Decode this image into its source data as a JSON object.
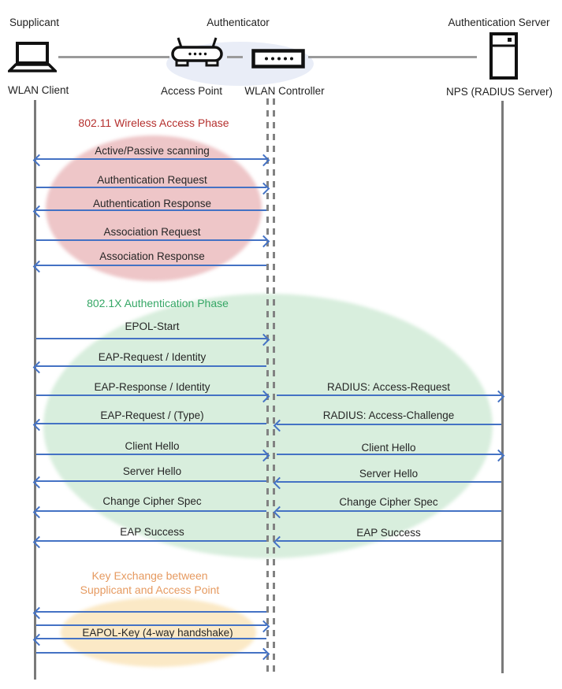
{
  "header": {
    "roles": {
      "supplicant": "Supplicant",
      "authenticator": "Authenticator",
      "auth_server": "Authentication Server"
    },
    "nodes": {
      "client": "WLAN Client",
      "access_point": "Access Point",
      "controller": "WLAN Controller",
      "server": "NPS (RADIUS Server)"
    },
    "icons": [
      "laptop-icon",
      "access-point-icon",
      "wlan-controller-icon",
      "server-icon"
    ]
  },
  "colors": {
    "arrow": "#4472c4",
    "lifeline": "#7a7a7a",
    "phase1_title": "#b5302e",
    "phase1_ellipse": "#eec6c8",
    "phase2_title": "#36a766",
    "phase2_ellipse": "#d8eedd",
    "phase3_title": "#e69a60",
    "phase3_ellipse": "#fbe9c6",
    "authenticator_ellipse": "#e9edf7"
  },
  "phase1": {
    "title": "802.11 Wireless Access Phase",
    "messages": [
      {
        "label": "Active/Passive scanning",
        "direction": "both"
      },
      {
        "label": "Authentication Request",
        "direction": "right"
      },
      {
        "label": "Authentication Response",
        "direction": "left"
      },
      {
        "label": "Association Request",
        "direction": "right"
      },
      {
        "label": "Association Response",
        "direction": "left"
      }
    ]
  },
  "phase2": {
    "title": "802.1X Authentication Phase",
    "left_messages": [
      {
        "label": "EPOL-Start",
        "direction": "right"
      },
      {
        "label": "EAP-Request / Identity",
        "direction": "left"
      },
      {
        "label": "EAP-Response / Identity",
        "direction": "right"
      },
      {
        "label": "EAP-Request / (Type)",
        "direction": "left"
      },
      {
        "label": "Client Hello",
        "direction": "right"
      },
      {
        "label": "Server Hello",
        "direction": "left"
      },
      {
        "label": "Change Cipher Spec",
        "direction": "left"
      },
      {
        "label": "EAP Success",
        "direction": "left"
      }
    ],
    "right_messages": [
      {
        "label": "RADIUS: Access-Request",
        "direction": "right"
      },
      {
        "label": "RADIUS: Access-Challenge",
        "direction": "left"
      },
      {
        "label": "Client Hello",
        "direction": "right"
      },
      {
        "label": "Server Hello",
        "direction": "left"
      },
      {
        "label": "Change Cipher Spec",
        "direction": "left"
      },
      {
        "label": "EAP Success",
        "direction": "left"
      }
    ]
  },
  "phase3": {
    "title_line1": "Key Exchange between",
    "title_line2": "Supplicant and Access Point",
    "key_label": "EAPOL-Key (4-way handshake)",
    "arrows": [
      "left",
      "right",
      "left",
      "right"
    ]
  }
}
